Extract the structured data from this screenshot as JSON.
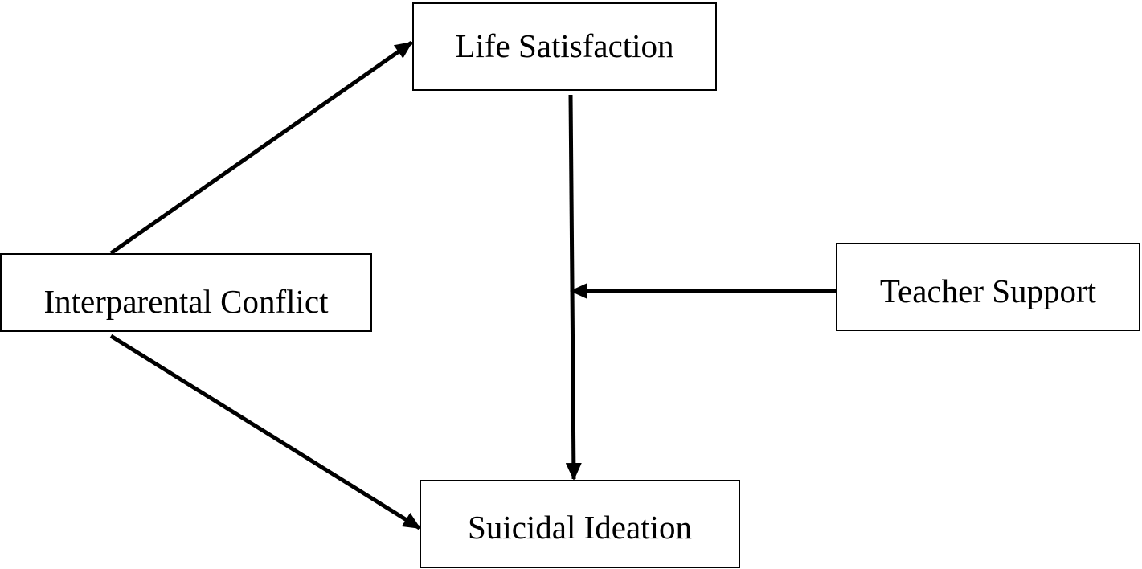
{
  "diagram": {
    "nodes": {
      "life_satisfaction": "Life Satisfaction",
      "interparental_conflict": "Interparental Conflict",
      "teacher_support": "Teacher Support",
      "suicidal_ideation": "Suicidal Ideation"
    },
    "edges": [
      {
        "from": "Interparental Conflict",
        "to": "Life Satisfaction"
      },
      {
        "from": "Interparental Conflict",
        "to": "Suicidal Ideation"
      },
      {
        "from": "Life Satisfaction",
        "to": "Suicidal Ideation"
      },
      {
        "from": "Teacher Support",
        "to": "Life Satisfaction → Suicidal Ideation path"
      }
    ],
    "colors": {
      "stroke": "#000000",
      "background": "#ffffff"
    }
  }
}
